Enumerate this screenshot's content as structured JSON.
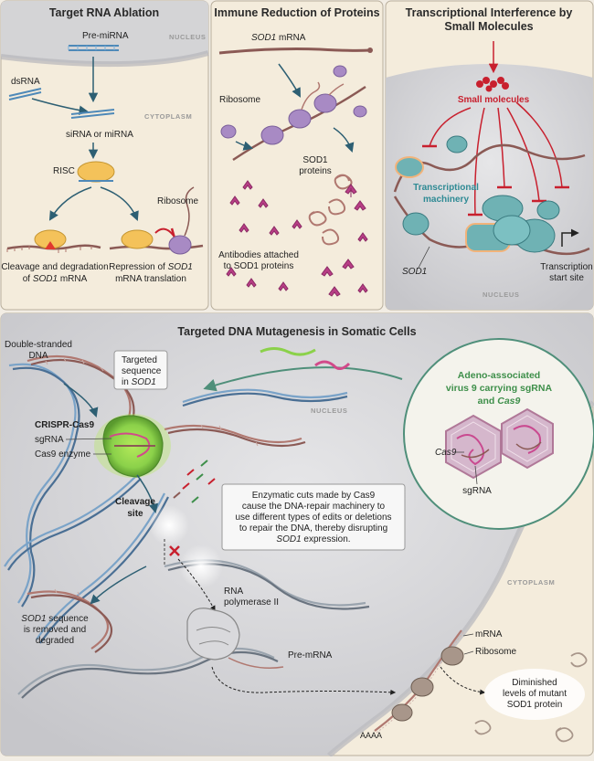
{
  "panels": {
    "rna_ablation": {
      "title": "Target RNA Ablation",
      "nucleus": "NUCLEUS",
      "cytoplasm": "CYTOPLASM",
      "pre_mirna": "Pre-miRNA",
      "dsrna": "dsRNA",
      "sirna": "siRNA or miRNA",
      "risc": "RISC",
      "ribosome": "Ribosome",
      "cleavage_l1": "Cleavage and degradation",
      "cleavage_l2_pre": "of ",
      "cleavage_l2_gene": "SOD1",
      "cleavage_l2_post": " mRNA",
      "repression_l1_pre": "Repression of ",
      "repression_l1_gene": "SOD1",
      "repression_l2": "mRNA translation"
    },
    "immune": {
      "title": "Immune Reduction of Proteins",
      "mrna_gene": "SOD1",
      "mrna_post": " mRNA",
      "ribosome": "Ribosome",
      "proteins_l1": "SOD1",
      "proteins_l2": "proteins",
      "antibodies_l1": "Antibodies attached",
      "antibodies_l2": "to SOD1 proteins"
    },
    "transcriptional": {
      "title_l1": "Transcriptional Interference by",
      "title_l2": "Small Molecules",
      "small_molecules": "Small molecules",
      "machinery_l1": "Transcriptional",
      "machinery_l2": "machinery",
      "sod1": "SOD1",
      "start_l1": "Transcription",
      "start_l2": "start site",
      "nucleus": "NUCLEUS"
    },
    "mutagenesis": {
      "title": "Targeted DNA Mutagenesis in Somatic Cells",
      "ds_dna_l1": "Double-stranded",
      "ds_dna_l2": "DNA",
      "targeted_l1": "Targeted",
      "targeted_l2": "sequence",
      "targeted_l3_pre": "in ",
      "targeted_l3_gene": "SOD1",
      "crispr": "CRISPR-Cas9",
      "sgrna": "sgRNA",
      "cas9_enzyme": "Cas9 enzyme",
      "nucleus": "NUCLEUS",
      "cytoplasm": "CYTOPLASM",
      "cleavage_l1": "Cleavage",
      "cleavage_l2": "site",
      "cuts_l1": "Enzymatic cuts made by Cas9",
      "cuts_l2": "cause the DNA-repair machinery to",
      "cuts_l3": "use different types of edits or deletions",
      "cuts_l4": "to repair the DNA, thereby disrupting",
      "cuts_l5_gene": "SOD1",
      "cuts_l5_post": " expression.",
      "removed_l1_gene": "SOD1",
      "removed_l1_post": " sequence",
      "removed_l2": "is removed and",
      "removed_l3": "degraded",
      "pol_l1": "RNA",
      "pol_l2": "polymerase II",
      "pre_mrna": "Pre-mRNA",
      "mrna": "mRNA",
      "ribosome": "Ribosome",
      "aaaa": "AAAA",
      "diminished_l1": "Diminished",
      "diminished_l2": "levels of mutant",
      "diminished_l3": "SOD1 protein",
      "aav_l1": "Adeno-associated",
      "aav_l2": "virus 9 carrying sgRNA",
      "aav_l3_pre": "and ",
      "aav_l3_gene": "Cas9",
      "aav_cas9": "Cas9",
      "aav_sgrna": "sgRNA"
    }
  },
  "colors": {
    "panel_bg": "#f4ecdc",
    "nucleus_gray": "#d4d4d6",
    "ribosome_purple": "#a88ac4",
    "antibody_magenta": "#b83e86",
    "small_molecule_red": "#c8202e",
    "machinery_teal": "#6fb2b4",
    "aav_green": "#3e8f4a",
    "cas9_green": "#8bd14a",
    "dna_brown": "#8b5a55"
  }
}
